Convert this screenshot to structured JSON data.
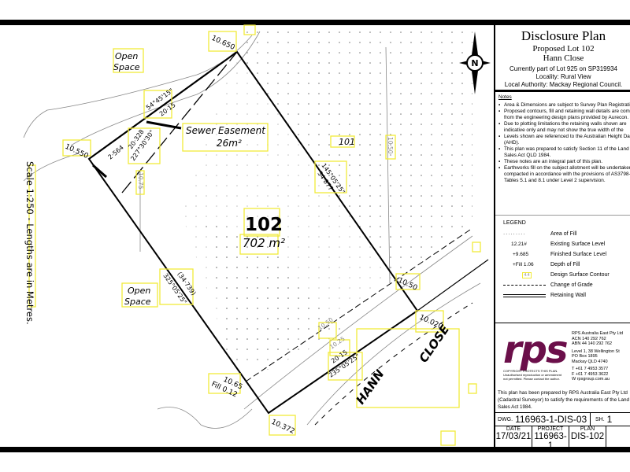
{
  "title_block": {
    "title": "Disclosure Plan",
    "subtitle_lot": "Proposed Lot 102",
    "subtitle_street": "Hann Close",
    "current_lot": "Currently part of Lot 925 on SP319934",
    "locality": "Locality: Rural View",
    "authority": "Local Authority: Mackay Regional Council."
  },
  "notes": {
    "heading": "Notes",
    "items": [
      "Area & Dimensions are subject to Survey Plan Registration.",
      "Proposed contours, fill and retaining wall details are compiled from the engineering design plans provided by Aurecon.",
      "Due to plotting limitations the retaining walls shown are indicative only and may not show the true width of the",
      "Levels shown are referenced to the Australian Height Datum (AHD).",
      "This plan was prepared to satisfy Section 11 of the Land Sales Act QLD 1984.",
      "These notes are an integral part of this plan.",
      "Earthworks fill on the subject allotment will be undertaken and compacted in accordance with the provisions of AS3798-2007 Tables 5.1 and 8.1 under Level 2 supervision."
    ]
  },
  "legend": {
    "heading": "LEGEND",
    "items": [
      {
        "symbol": "",
        "label": "Area of Fill"
      },
      {
        "symbol": "12.21#",
        "label": "Existing Surface Level"
      },
      {
        "symbol": "+9.685",
        "label": "Finished Surface Level"
      },
      {
        "symbol": "+Fill 1.06",
        "label": "Depth of Fill"
      },
      {
        "symbol": "4.4",
        "label": "Design Surface Contour"
      },
      {
        "symbol": "",
        "label": "Change of Grade"
      },
      {
        "symbol": "",
        "label": "Retaining Wall"
      }
    ]
  },
  "company": {
    "logo": "rps",
    "brand_color": "#6b0f4a",
    "name": "RPS Australia East Pty Ltd",
    "acn": "ACN 140 292 762",
    "abn": "ABN 44 140 292 762",
    "address1": "Level 1, 38 Wellington St",
    "address2": "PO Box 1895",
    "address3": "Mackay QLD 4740",
    "phone": "T +61 7 4953 3577",
    "fax": "F +61 7 4953 3622",
    "web": "W rpsgroup.com.au",
    "copyright": "COPYRIGHT PROTECTS THIS PLAN. Unauthorised reproduction or amendment not permitted. Please contact the author.",
    "prepared_1": "This plan has been prepared by RPS Australia East Pty Ltd",
    "prepared_2": "(Cadastral Surveyor) to satisfy the requirements of the Land",
    "prepared_3": "Sales Act 1984."
  },
  "drawing": {
    "dwg_label": "DWG.",
    "dwg_number": "116963-1-DIS-03",
    "sheet_label": "SH.",
    "sheet_number": "1",
    "date_label": "DATE",
    "date": "17/03/21",
    "project_label": "PROJECT",
    "project": "116963-1",
    "plan_label": "PLAN",
    "plan": "DIS-102"
  },
  "plan": {
    "scale_note": "Scale 1:250 - Lengths are in Metres.",
    "north_label": "N",
    "lot_number": "102",
    "lot_area": "702 m²",
    "adjacent_lot": "101",
    "open_space_1": [
      "Open",
      "Space"
    ],
    "open_space_2": [
      "Open",
      "Space"
    ],
    "easement": [
      "Sewer Easement",
      "26m²"
    ],
    "street": [
      "HANN",
      "CLOSE"
    ],
    "bearings": {
      "top_bearing": "54°45'15\"",
      "top_length": "20·15",
      "right_bearing": "145°05'25\"",
      "right_length": "34·877",
      "left_bearing": "325°05'25\"",
      "left_length": "(34·739)",
      "bottom_bearing": "235°05'25\"",
      "bottom_length": "20·15",
      "easement_length": "20·328",
      "easement_bearing": "227°30'30\"",
      "easement_width": "2·564"
    },
    "levels": {
      "top": "10.650",
      "left": "10.550",
      "right": "10.50",
      "bottom_right": "10.020",
      "bottom_left": "10.372",
      "fill_level": "10.65",
      "fill_depth": "Fill 0.12",
      "contour_1050_a": "10.50",
      "contour_1050_b": "10.50",
      "contour_1025": "10.25",
      "contour_1075": "10.75"
    }
  }
}
